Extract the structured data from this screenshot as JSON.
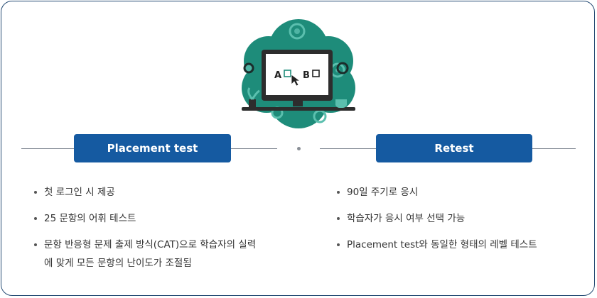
{
  "illustration": {
    "option_a": "A",
    "option_b": "B",
    "blob_color": "#1e8c7a",
    "gear_color": "#5bbfae",
    "monitor_color": "#2d2d2d"
  },
  "placement": {
    "title": "Placement test",
    "items": [
      "첫 로그인 시 제공",
      "25 문항의 어휘 테스트",
      "문항 반응형 문제 출제 방식(CAT)으로 학습자의 실력에 맞게 모든 문항의 난이도가 조절됨"
    ]
  },
  "retest": {
    "title": "Retest",
    "items": [
      "90일 주기로 응시",
      "학습자가 응시 여부 선택 가능",
      "Placement test와 동일한 형태의 레벨 테스트"
    ]
  },
  "colors": {
    "pill": "#155aa1",
    "border": "#244a73"
  }
}
